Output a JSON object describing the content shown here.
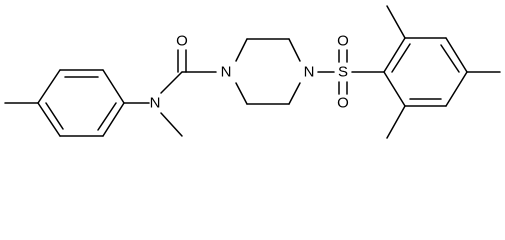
{
  "atoms": {
    "o_carbonyl": "O",
    "n_amide": "N",
    "n_pip_1": "N",
    "n_pip_4": "N",
    "s_sulfonyl": "S",
    "o_sulfonyl_1": "O",
    "o_sulfonyl_2": "O"
  },
  "colors": {
    "bond": "#000000",
    "label": "#000000",
    "background": "#ffffff"
  }
}
